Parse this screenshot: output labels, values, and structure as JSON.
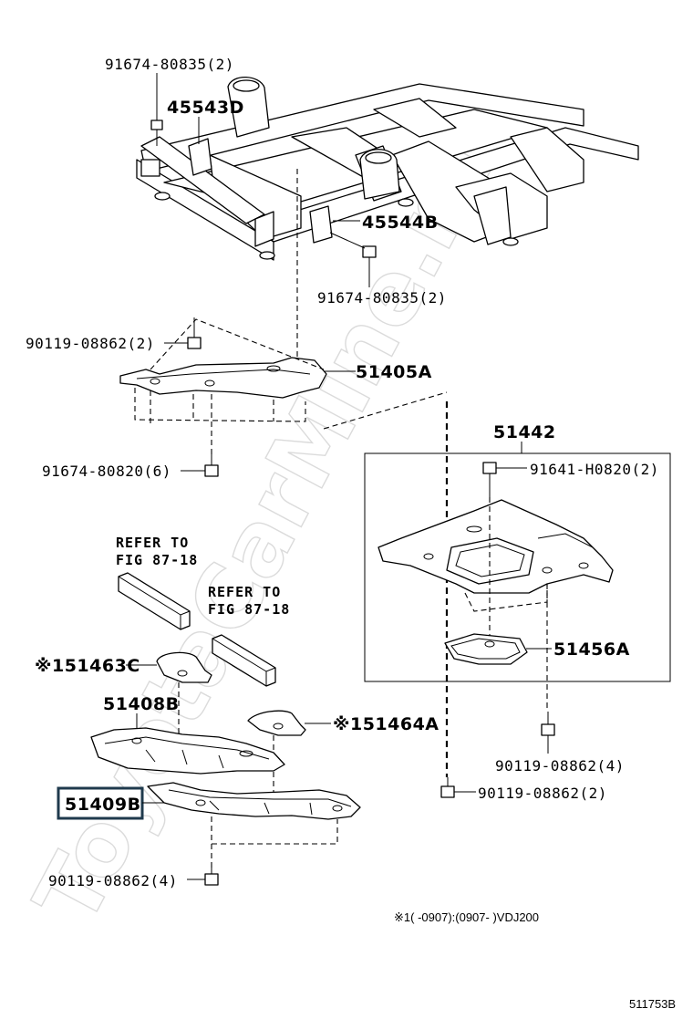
{
  "diagram": {
    "labels": {
      "bolt_top_1": "91674-80835(2)",
      "bracket_a": "45543D",
      "bracket_b": "45544B",
      "bolt_top_2": "91674-80835(2)",
      "bolt_90119_a": "90119-08862(2)",
      "cover_51405": "51405A",
      "bolt_91674_6": "91674-80820(6)",
      "assy_51442": "51442",
      "bolt_91641": "91641-H0820(2)",
      "refer_1_line1": "REFER TO",
      "refer_1_line2": "FIG 87-18",
      "refer_2_line1": "REFER TO",
      "refer_2_line2": "FIG 87-18",
      "part_51463": "※151463C",
      "part_51456": "51456A",
      "part_51408": "51408B",
      "part_51464": "※151464A",
      "bolt_90119_4a": "90119-08862(4)",
      "part_51409": "51409B",
      "bolt_90119_b": "90119-08862(2)",
      "bolt_90119_4b": "90119-08862(4)",
      "footnote": "※1(        -0907):(0907-        )VDJ200",
      "diagram_code": "511753B"
    },
    "watermark": "ToyotaCarMine.ru",
    "colors": {
      "line": "#000000",
      "watermark": "#cfcfcf",
      "highlight_box": "#1f3a4d",
      "background": "#ffffff"
    }
  }
}
